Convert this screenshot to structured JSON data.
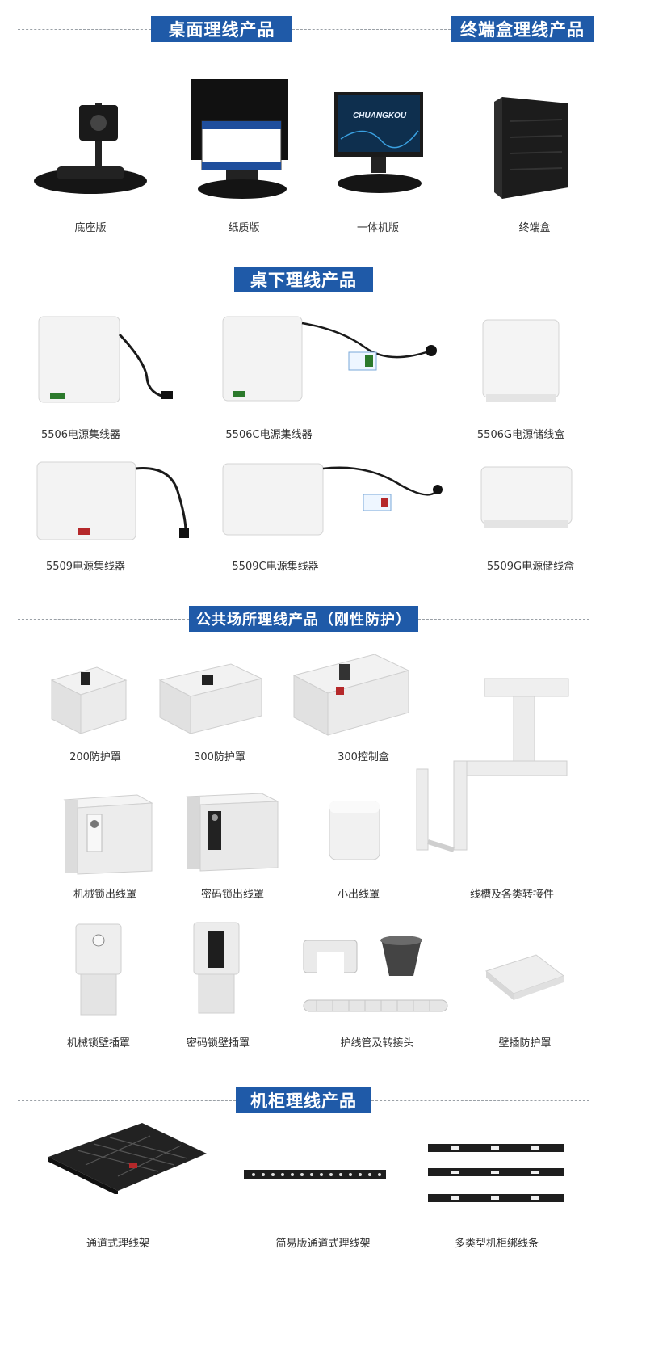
{
  "sections": {
    "desktop": "桌面理线产品",
    "terminal": "终端盒理线产品",
    "under_desk": "桌下理线产品",
    "public": "公共场所理线产品（刚性防护）",
    "cabinet": "机柜理线产品"
  },
  "brand": "CHUANGKOU",
  "desktop_items": [
    "底座版",
    "纸质版",
    "一体机版",
    "终端盒"
  ],
  "under_desk_items": [
    "5506电源集线器",
    "5506C电源集线器",
    "5506G电源储线盒",
    "5509电源集线器",
    "5509C电源集线器",
    "5509G电源储线盒"
  ],
  "public_items": [
    "200防护罩",
    "300防护罩",
    "300控制盒",
    "线槽及各类转接件",
    "机械锁出线罩",
    "密码锁出线罩",
    "小出线罩",
    "机械锁壁插罩",
    "密码锁壁插罩",
    "护线管及转接头",
    "壁插防护罩"
  ],
  "cabinet_items": [
    "通道式理线架",
    "简易版通道式理线架",
    "多类型机柜绑线条"
  ],
  "colors": {
    "banner": "#1f5aa8",
    "dash": "#9aa0a6",
    "product_grey": "#e6e6e6",
    "dark": "#1e1e1e"
  }
}
